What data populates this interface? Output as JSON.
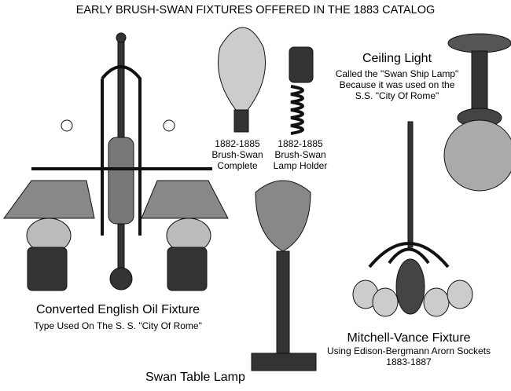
{
  "title": "EARLY BRUSH-SWAN FIXTURES OFFERED IN THE 1883 CATALOG",
  "bulb_complete": {
    "lines": [
      "1882-1885",
      "Brush-Swan",
      "Complete"
    ]
  },
  "lamp_holder": {
    "lines": [
      "1882-1885",
      "Brush-Swan",
      "Lamp Holder"
    ]
  },
  "ceiling_light": {
    "heading": "Ceiling Light",
    "lines": [
      "Called the \"Swan Ship Lamp\"",
      "Because it was used on the",
      "S.S. \"City Of Rome\""
    ]
  },
  "oil_fixture": {
    "heading": "Converted English Oil Fixture",
    "subtitle": "Type Used On The S. S. \"City Of Rome\""
  },
  "table_lamp": {
    "heading": "Swan Table Lamp"
  },
  "mitchell_vance": {
    "heading": "Mitchell-Vance Fixture",
    "lines": [
      "Using Edison-Bergmann Arorn Sockets",
      "1883-1887"
    ]
  }
}
